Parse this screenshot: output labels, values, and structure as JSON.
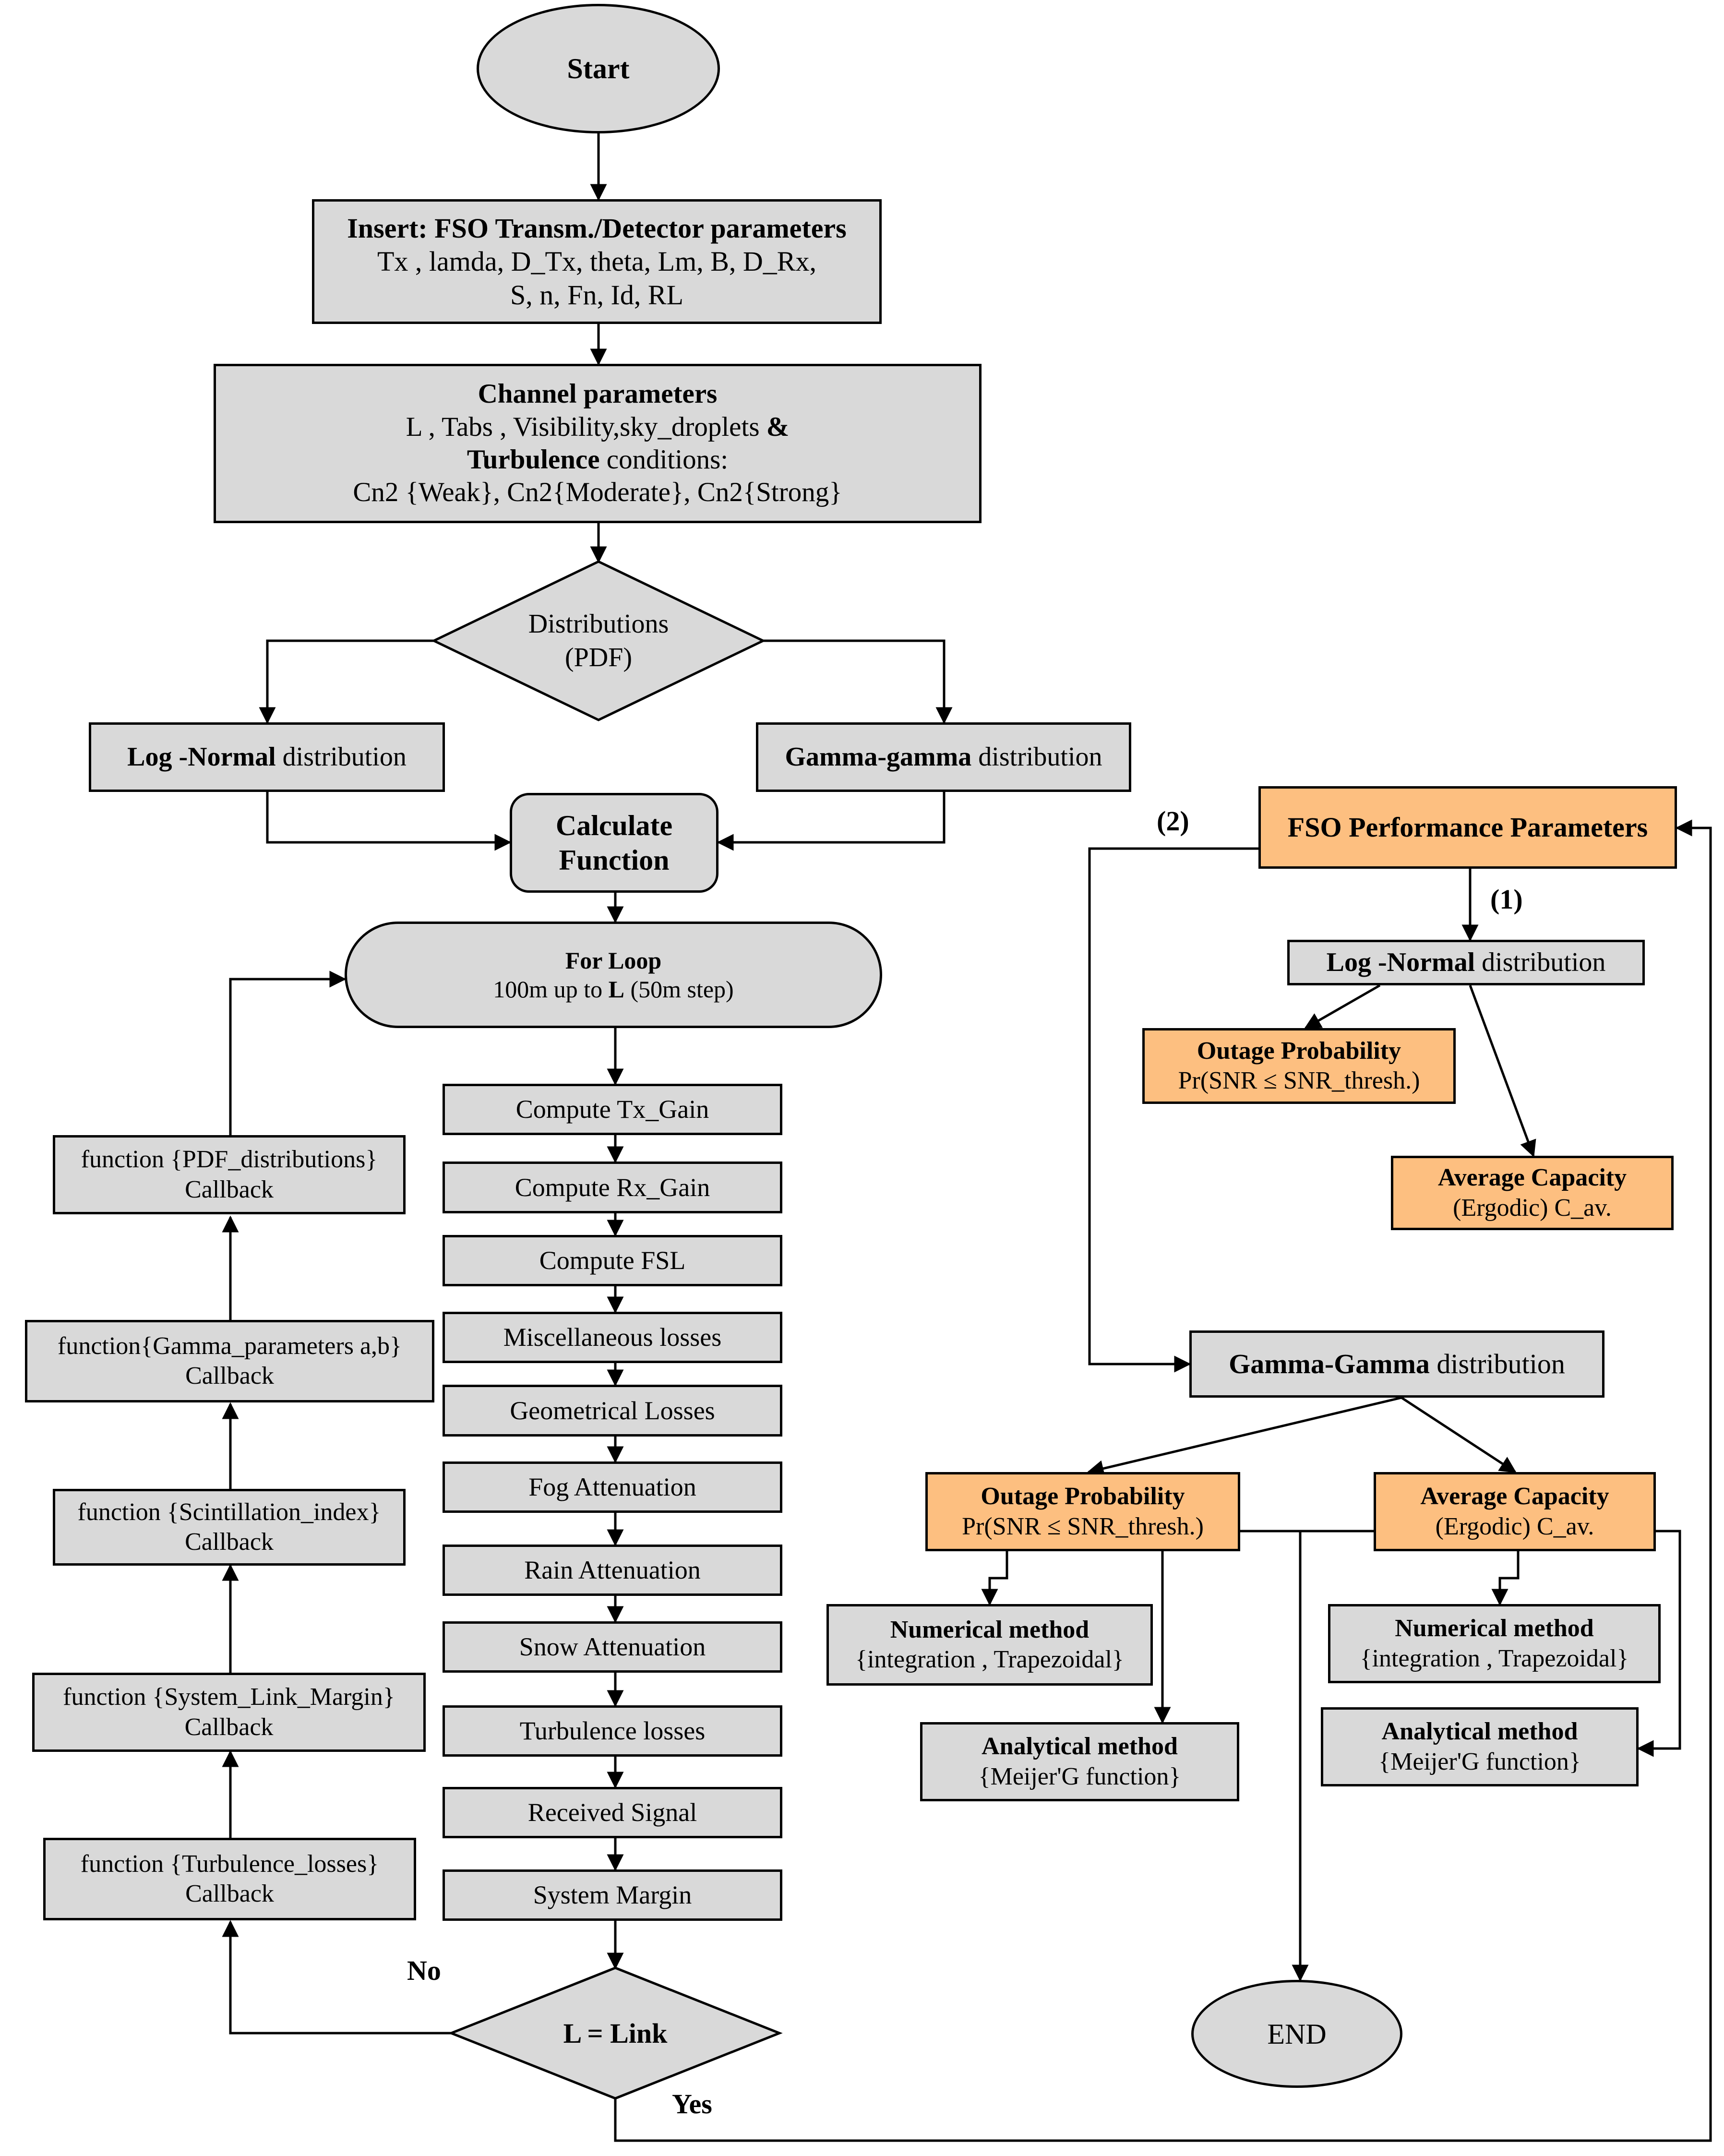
{
  "start": "Start",
  "insert": {
    "title": "Insert: FSO Transm./Detector parameters",
    "line2": "Tx , lamda, D_Tx, theta, Lm, B, D_Rx,",
    "line3": "S, n, Fn, Id, RL"
  },
  "channel": {
    "title": "Channel parameters",
    "line2_a": "L , Tabs , Visibility,sky_droplets ",
    "line2_b": "&",
    "line3_a": "Turbulence",
    "line3_b": " conditions:",
    "line4": "Cn2 {Weak}, Cn2{Moderate}, Cn2{Strong}"
  },
  "distributions": {
    "line1": "Distributions",
    "line2": "(PDF)"
  },
  "left_lognormal": {
    "bold": "Log -Normal",
    "rest": " distribution"
  },
  "left_gamma": {
    "bold": "Gamma-gamma",
    "rest": " distribution"
  },
  "calculate": {
    "line1": "Calculate",
    "line2": "Function"
  },
  "forloop": {
    "line1": "For Loop",
    "line2_a": "100m up to ",
    "line2_b": "L",
    "line2_c": " (50m step)"
  },
  "steps": [
    "Compute Tx_Gain",
    "Compute Rx_Gain",
    "Compute FSL",
    "Miscellaneous losses",
    "Geometrical Losses",
    "Fog Attenuation",
    "Rain Attenuation",
    "Snow Attenuation",
    "Turbulence losses",
    "Received Signal",
    "System Margin"
  ],
  "callbacks": [
    {
      "line1": "function {PDF_distributions}",
      "line2": "Callback"
    },
    {
      "line1": "function{Gamma_parameters a,b}",
      "line2": "Callback"
    },
    {
      "line1": "function {Scintillation_index}",
      "line2": "Callback"
    },
    {
      "line1": "function {System_Link_Margin}",
      "line2": "Callback"
    },
    {
      "line1": "function {Turbulence_losses}",
      "line2": "Callback"
    }
  ],
  "decision": "L = Link",
  "no_label": "No",
  "yes_label": "Yes",
  "fso_perf": "FSO Performance Parameters",
  "label_1": "(1)",
  "label_2": "(2)",
  "right_lognormal": {
    "bold": "Log -Normal",
    "rest": " distribution"
  },
  "ln_outage": {
    "title": "Outage Probability",
    "line2": "Pr(SNR ≤ SNR_thresh.)"
  },
  "ln_capacity": {
    "title": "Average Capacity",
    "line2": "(Ergodic) C_av."
  },
  "right_gamma": {
    "bold": "Gamma-Gamma",
    "rest": " distribution"
  },
  "gg_outage": {
    "title": "Outage Probability",
    "line2": "Pr(SNR ≤ SNR_thresh.)"
  },
  "gg_capacity": {
    "title": "Average Capacity",
    "line2": "(Ergodic) C_av."
  },
  "numerical_1": {
    "title": "Numerical method",
    "line2": "{integration , Trapezoidal}"
  },
  "analytical_1": {
    "title": "Analytical method",
    "line2": "{Meijer'G function}"
  },
  "numerical_2": {
    "title": "Numerical method",
    "line2": "{integration , Trapezoidal}"
  },
  "analytical_2": {
    "title": "Analytical method",
    "line2": "{Meijer'G function}"
  },
  "end": "END",
  "colors": {
    "box_fill": "#d9d9d9",
    "highlight_fill": "#fdbf80",
    "line": "#000000",
    "background": "#ffffff"
  }
}
